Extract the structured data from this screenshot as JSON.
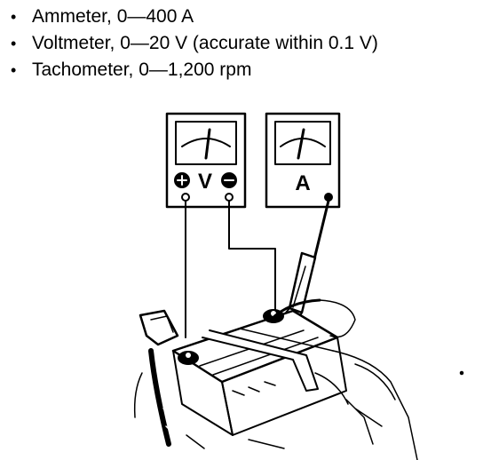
{
  "requirements": [
    {
      "bullet": "•",
      "text": "Ammeter, 0—400 A"
    },
    {
      "bullet": "•",
      "text": "Voltmeter, 0—20 V (accurate within 0.1 V)"
    },
    {
      "bullet": "•",
      "text": "Tachometer, 0—1,200 rpm"
    }
  ],
  "diagram": {
    "voltmeter_label": "V",
    "voltmeter_pos_symbol": "⊕",
    "voltmeter_neg_symbol": "⊖",
    "ammeter_label": "A"
  }
}
